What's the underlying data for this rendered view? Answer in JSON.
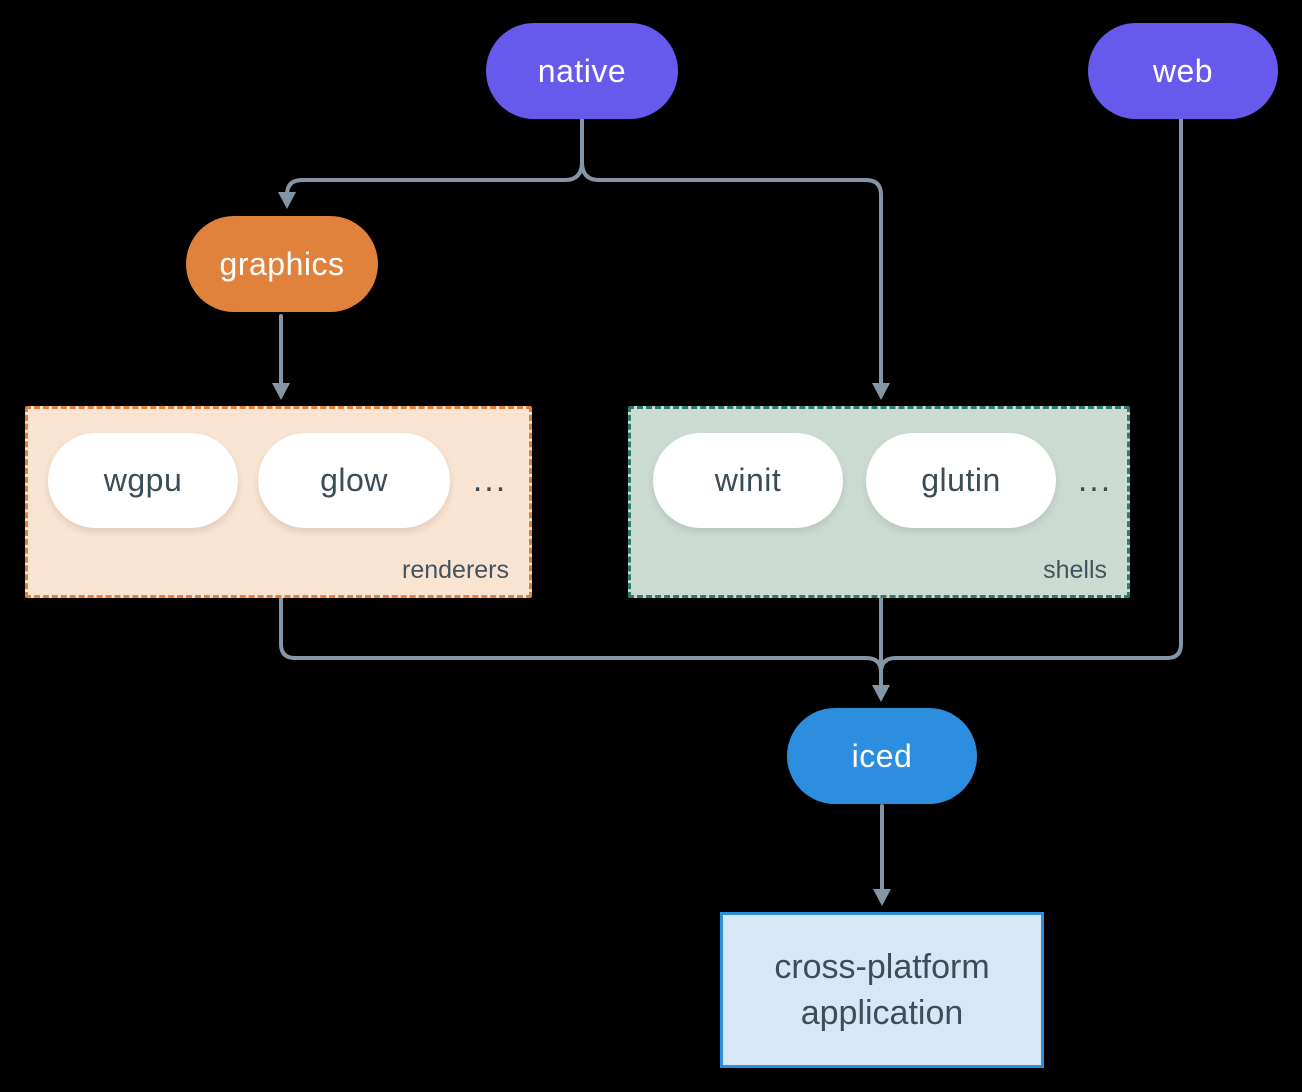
{
  "nodes": {
    "native": {
      "label": "native",
      "color": "#6759ec"
    },
    "web": {
      "label": "web",
      "color": "#6759ec"
    },
    "graphics": {
      "label": "graphics",
      "color": "#e0813c"
    },
    "iced": {
      "label": "iced",
      "color": "#2d8dde"
    },
    "application": {
      "line1": "cross-platform",
      "line2": "application",
      "fill": "#d7e7f6",
      "border": "#2d8dde"
    }
  },
  "groups": {
    "renderers": {
      "label": "renderers",
      "items": [
        {
          "label": "wgpu"
        },
        {
          "label": "glow"
        }
      ],
      "ellipsis": "...",
      "fill": "#f9e4d2",
      "border": "#e0813c"
    },
    "shells": {
      "label": "shells",
      "items": [
        {
          "label": "winit"
        },
        {
          "label": "glutin"
        }
      ],
      "ellipsis": "...",
      "fill": "#ccdbd2",
      "border": "#2b7c6f"
    }
  },
  "connectors": {
    "color": "#8496a5",
    "edges": [
      "native to graphics",
      "native to shells",
      "graphics to renderers",
      "renderers to iced",
      "shells to iced",
      "web to iced",
      "iced to application"
    ]
  },
  "background": "#000000"
}
